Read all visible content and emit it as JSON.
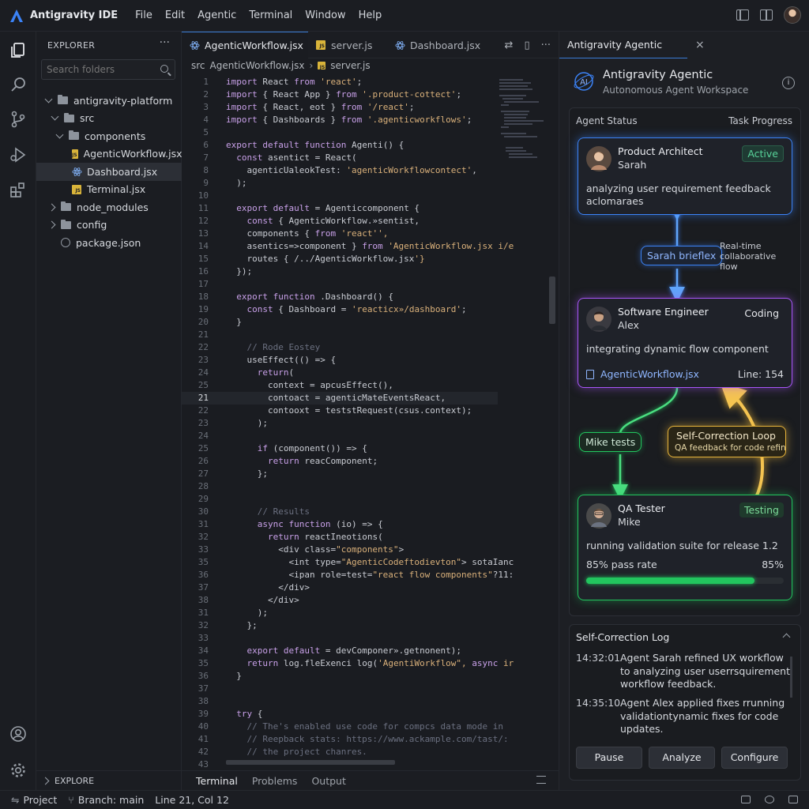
{
  "window": {
    "app_name": "Antigravity IDE",
    "menu": [
      "File",
      "Edit",
      "Agentic",
      "Terminal",
      "Window",
      "Help"
    ]
  },
  "explorer": {
    "title": "EXPLORER",
    "more": "···",
    "search_placeholder": "Search folders",
    "tree": [
      {
        "label": "antigravity-platform",
        "type": "folder",
        "expanded": true
      },
      {
        "label": "src",
        "type": "folder",
        "expanded": true
      },
      {
        "label": "components",
        "type": "folder",
        "expanded": true
      },
      {
        "label": "AgenticWorkflow.jsx",
        "type": "js"
      },
      {
        "label": "Dashboard.jsx",
        "type": "react",
        "selected": true
      },
      {
        "label": "Terminal.jsx",
        "type": "js"
      },
      {
        "label": "node_modules",
        "type": "folder",
        "expanded": false
      },
      {
        "label": "config",
        "type": "folder",
        "expanded": false
      },
      {
        "label": "package.json",
        "type": "pkg"
      }
    ],
    "footer": "EXPLORE"
  },
  "editor": {
    "tabs": [
      {
        "label": "AgenticWorkflow.jsx",
        "active": true
      },
      {
        "label": "server.js"
      },
      {
        "label": "Dashboard.jsx"
      }
    ],
    "breadcrumb": [
      "src",
      "AgenticWorkflow.jsx",
      "server.js"
    ],
    "current_line": 21,
    "lines": [
      {
        "n": "1",
        "text": "import React from 'react';"
      },
      {
        "n": "2",
        "text": "import { React App } from '.product-cottect';"
      },
      {
        "n": "3",
        "text": "import { React, eot } from '/react';"
      },
      {
        "n": "4",
        "text": "import { Dashboards } from '.agenticworkflows';"
      },
      {
        "n": "5",
        "text": ""
      },
      {
        "n": "6",
        "text": "export default function Agenti() {"
      },
      {
        "n": "7",
        "text": "  const asentict = React("
      },
      {
        "n": "8",
        "text": "    agenticUaleokTest: 'agenticWorkflowcontect',"
      },
      {
        "n": "9",
        "text": "  );"
      },
      {
        "n": "10",
        "text": ""
      },
      {
        "n": "11",
        "text": "  export default = Agenticcomponent {"
      },
      {
        "n": "12",
        "text": "    const { AgenticWorkflow.»sentist,"
      },
      {
        "n": "13",
        "text": "    components { from 'react'',"
      },
      {
        "n": "14",
        "text": "    asentics=>component } from 'AgenticWorkflow.jsx i/e"
      },
      {
        "n": "15",
        "text": "    routes { /../AgenticWorkflow.jsx'}"
      },
      {
        "n": "16",
        "text": "  });"
      },
      {
        "n": "17",
        "text": ""
      },
      {
        "n": "18",
        "text": "  export function .Dashboard() {"
      },
      {
        "n": "19",
        "text": "    const { Dashboard = 'reacticx»/dashboard';"
      },
      {
        "n": "20",
        "text": "  }"
      },
      {
        "n": "21",
        "text": ""
      },
      {
        "n": "22",
        "text": "    // Rode Eostey"
      },
      {
        "n": "23",
        "text": "    useEffect(() => {"
      },
      {
        "n": "24",
        "text": "      return("
      },
      {
        "n": "25",
        "text": "        context = apcusEffect(),"
      },
      {
        "n": "21",
        "text": "        contoact = agenticMateEventsReact,"
      },
      {
        "n": "22",
        "text": "        contooxt = teststRequest(csus.context);"
      },
      {
        "n": "23",
        "text": "      );"
      },
      {
        "n": "24",
        "text": ""
      },
      {
        "n": "25",
        "text": "      if (component()) => {"
      },
      {
        "n": "26",
        "text": "        return reacComponent;"
      },
      {
        "n": "27",
        "text": "      };"
      },
      {
        "n": "28",
        "text": ""
      },
      {
        "n": "29",
        "text": ""
      },
      {
        "n": "30",
        "text": "      // Results"
      },
      {
        "n": "31",
        "text": "      async function (io) => {"
      },
      {
        "n": "32",
        "text": "        return reactIneotions("
      },
      {
        "n": "33",
        "text": "          <div class=\"components\">"
      },
      {
        "n": "35",
        "text": "            <int type=\"AgenticCodeftodievton\"> sotaIanc"
      },
      {
        "n": "36",
        "text": "            <ipan role=test=\"react flow components\"?11:"
      },
      {
        "n": "37",
        "text": "          </div>"
      },
      {
        "n": "38",
        "text": "        </div>"
      },
      {
        "n": "31",
        "text": "      );"
      },
      {
        "n": "32",
        "text": "    };"
      },
      {
        "n": "33",
        "text": ""
      },
      {
        "n": "34",
        "text": "    export default = devComponer».getnonent);"
      },
      {
        "n": "35",
        "text": "    return log.fleExenci log('AgentiWorkflow\", async ir"
      },
      {
        "n": "36",
        "text": "  }"
      },
      {
        "n": "37",
        "text": ""
      },
      {
        "n": "38",
        "text": ""
      },
      {
        "n": "39",
        "text": "  try {"
      },
      {
        "n": "40",
        "text": "    // The's enabled use code for compcs data mode in"
      },
      {
        "n": "41",
        "text": "    // Reepback stats: https://www.ackample.com/tast/:"
      },
      {
        "n": "42",
        "text": "    // the project chanres."
      },
      {
        "n": "43",
        "text": ""
      }
    ]
  },
  "panel": {
    "tabs": [
      "Terminal",
      "Problems",
      "Output"
    ],
    "active": "Terminal"
  },
  "agent": {
    "tab_label": "Antigravity Agentic",
    "close": "×",
    "title": "Antigravity Agentic",
    "subtitle": "Autonomous Agent Workspace",
    "status_label": "Agent Status",
    "progress_label": "Task Progress",
    "cards": [
      {
        "role": "Product Architect",
        "name": "Sarah",
        "state": "Active",
        "desc": "analyzing user requirement feedback aclomaraes"
      },
      {
        "role": "Software Engineer",
        "name": "Alex",
        "state": "Coding",
        "desc": "integrating dynamic flow component",
        "file": "AgenticWorkflow.jsx",
        "line": "Line: 154"
      },
      {
        "role": "QA Tester",
        "name": "Mike",
        "state": "Testing",
        "desc": "running validation suite for release 1.2",
        "pass_label": "85% pass rate",
        "pass_pct": "85%",
        "pass_value": 0.85
      }
    ],
    "flow": {
      "handoff1": "Sarah brieflex",
      "realtime": "Real-time collaborative flow",
      "handoff2": "Mike tests",
      "loop_title": "Self-Correction Loop",
      "loop_sub": "QA feedback for code refin"
    },
    "log": {
      "title": "Self-Correction Log",
      "entries": [
        {
          "time": "14:32:01",
          "msg": "Agent Sarah refined UX workflow to analyzing user userrsquirement workflow feedback."
        },
        {
          "time": "14:35:10",
          "msg": "Agent Alex applied fixes rrunning validationtynamic fixes for code updates."
        }
      ],
      "buttons": [
        "Pause",
        "Analyze",
        "Configure"
      ]
    },
    "colors": {
      "blue": "#3b82f6",
      "purple": "#a855f7",
      "green": "#22c55e",
      "gold": "#e8b43a"
    }
  },
  "statusbar": {
    "project": "Project",
    "branch": "Branch: main",
    "position": "Line 21, Col 12"
  }
}
